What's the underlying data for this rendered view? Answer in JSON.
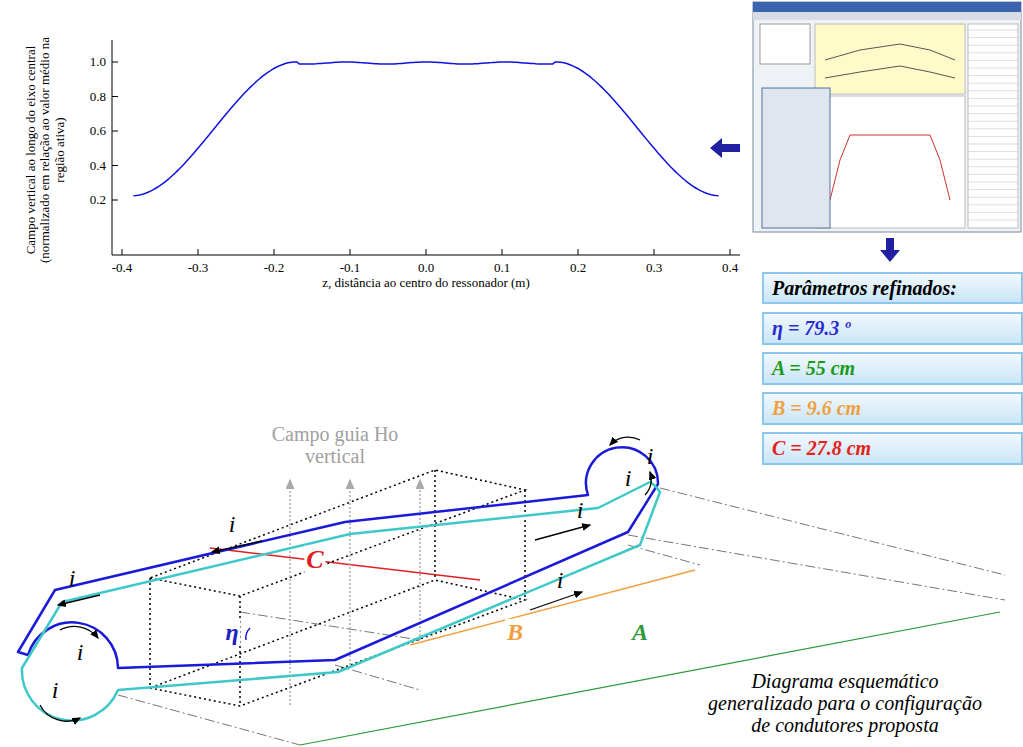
{
  "diagram": {
    "caption": "Diagrama esquemático generalizado para o configuração de condutores proposta",
    "nodes": [
      {
        "text": [
          "Parâmetros refinados:"
        ]
      },
      {
        "text": [
          "η = 79.3 º"
        ]
      },
      {
        "text": [
          "A = 55 cm"
        ]
      },
      {
        "text": [
          "B = 9.6 cm"
        ]
      },
      {
        "text": [
          "C = 27.8 cm"
        ]
      }
    ],
    "labels": [
      "Campo vertical ao longo do eixo central (normalizado em relação ao valor médio na região ativa)",
      "1.0",
      "0.8",
      "0.6",
      "0.4",
      "0.2",
      "-0.4",
      "-0.3",
      "-0.2",
      "-0.1",
      "0.0",
      "0.1",
      "0.2",
      "0.3",
      "0.4",
      "z, distância ao centro do ressonador (m)",
      "Campo guia Ho vertical",
      "i",
      "i",
      "i",
      "i",
      "i",
      "i",
      "i",
      "i",
      "C",
      "η",
      "B",
      "A"
    ]
  }
}
